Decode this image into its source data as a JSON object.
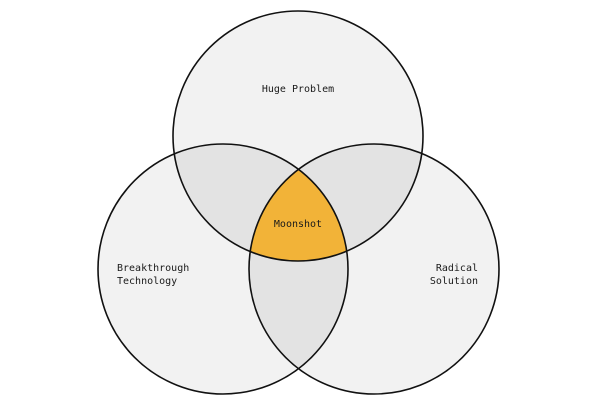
{
  "diagram": {
    "type": "venn",
    "sets": [
      {
        "id": "top",
        "label": "Huge Problem"
      },
      {
        "id": "left",
        "label": "Breakthrough\nTechnology"
      },
      {
        "id": "right",
        "label": "Radical\nSolution"
      }
    ],
    "intersection_label": "Moonshot",
    "colors": {
      "background": "#ffffff",
      "circle_fill": "#f2f2f2",
      "pair_overlap_fill": "#e3e3e3",
      "center_fill": "#f2b338",
      "stroke": "#111111"
    }
  }
}
